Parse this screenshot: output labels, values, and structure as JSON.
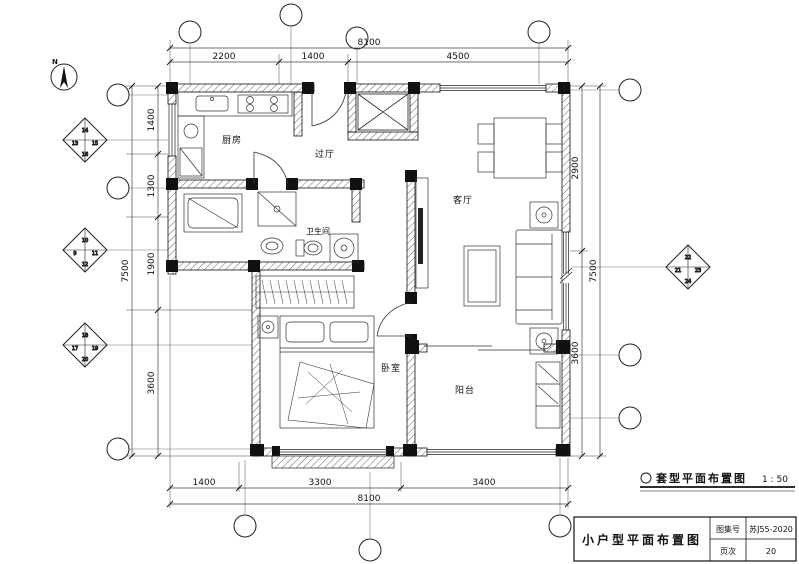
{
  "north": {
    "label": "N"
  },
  "rooms": {
    "kitchen": "厨房",
    "hall": "过厅",
    "living": "客厅",
    "bathroom": "卫生间",
    "bedroom": "卧室",
    "balcony": "阳台"
  },
  "dims": {
    "top_overall": "8100",
    "top": [
      "2200",
      "1400",
      "4500"
    ],
    "left_outer": "7500",
    "left": [
      "1400",
      "1300",
      "1900",
      "3600"
    ],
    "right": [
      "2900",
      "3600"
    ],
    "right_outer": "7500",
    "bottom": [
      "1400",
      "3300",
      "3400"
    ],
    "bottom_overall": "8100"
  },
  "markers": {
    "d1": [
      "14",
      "13",
      "15",
      "16"
    ],
    "d2": [
      "10",
      "9",
      "11",
      "12"
    ],
    "d3": [
      "18",
      "17",
      "19",
      "20"
    ],
    "d4": [
      "22",
      "21",
      "23",
      "24"
    ]
  },
  "caption": {
    "title": "套型平面布置图",
    "scale": "1 : 50"
  },
  "title_block": {
    "name": "小户型平面布置图",
    "atlas_label": "图集号",
    "atlas_value": "苏J55-2020",
    "page_label": "页次",
    "page_value": "20"
  }
}
